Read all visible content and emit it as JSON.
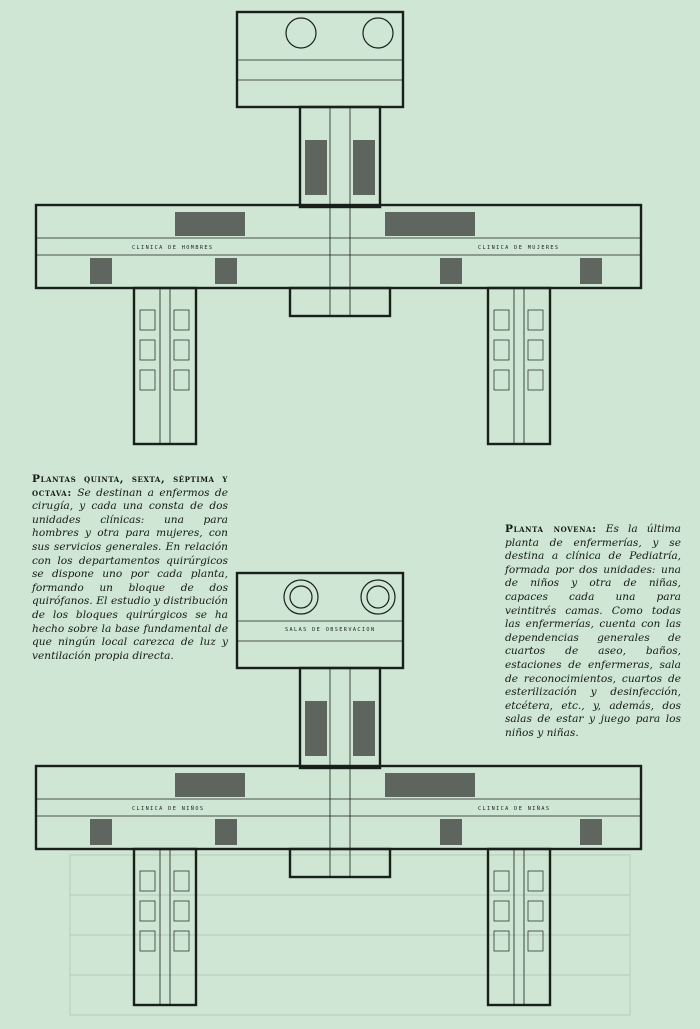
{
  "top_plan": {
    "ward_left_label": "CLINICA DE HOMBRES",
    "ward_right_label": "CLINICA DE MUJERES"
  },
  "bottom_plan": {
    "ward_left_label": "CLINICA DE NIÑOS",
    "ward_right_label": "CLINICA DE NIÑAS",
    "top_hall_label": "SALAS DE OBSERVACION"
  },
  "captions": {
    "left": {
      "lead": "Plantas quinta, sexta, séptima y octava:",
      "body": " Se destinan a enfermos de cirugía, y cada una consta de dos unidades clínicas: una para hombres y otra para mujeres, con sus servicios generales. En relación con los departamentos quirúrgicos se dispone uno por cada planta, formando un bloque de dos quirófanos. El estudio y distribución de los bloques quirúrgicos se ha hecho sobre la base fundamental de que ningún local carezca de luz y ventilación propia directa."
    },
    "right": {
      "lead": "Planta novena:",
      "body": " Es la última planta de enfermerías, y se destina a clínica de Pediatría, formada por dos unidades: una de niños y otra de niñas, capaces cada una para veintitrés camas. Como todas las enfermerías, cuenta con las dependencias generales de cuartos de aseo, baños, estaciones de enfermeras, sala de reconocimientos, cuartos de esterilización y desinfección, etcétera, etc., y, además, dos salas de estar y juego para los niños y niñas."
    }
  },
  "colors": {
    "paper": "#cfe6d4",
    "ink": "#1b1f1b",
    "wall_fill": "#4a4f4a"
  }
}
